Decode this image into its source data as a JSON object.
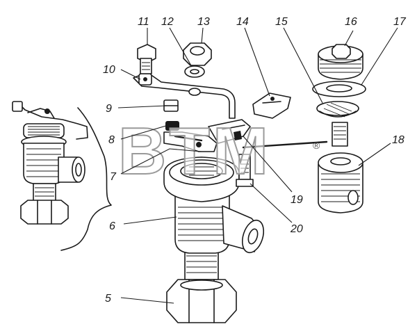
{
  "diagram": {
    "part_labels": [
      "5",
      "6",
      "7",
      "8",
      "9",
      "10",
      "11",
      "12",
      "13",
      "14",
      "15",
      "16",
      "17",
      "18",
      "19",
      "20"
    ]
  },
  "watermark": {
    "text": "BTM",
    "mark": "®"
  },
  "colors": {
    "ink": "#1a1a1a",
    "paper": "#ffffff",
    "watermark_outline": "#9a9a9a"
  }
}
